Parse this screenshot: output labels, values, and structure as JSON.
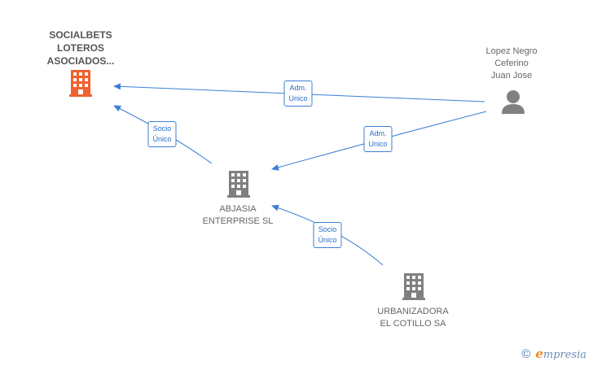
{
  "colors": {
    "edge": "#3a7fd5",
    "company_main": "#f0612f",
    "company": "#808080",
    "person": "#808080"
  },
  "nodes": {
    "socialbets": {
      "label": "SOCIALBETS\nLOTEROS\nASOCIADOS...",
      "icon": "building-icon"
    },
    "abjasia": {
      "label": "ABJASIA\nENTERPRISE SL",
      "icon": "building-icon"
    },
    "urbanizadora": {
      "label": "URBANIZADORA\nEL COTILLO SA",
      "icon": "building-icon"
    },
    "lopez": {
      "label": "Lopez Negro\nCeferino\nJuan Jose",
      "icon": "person-icon"
    }
  },
  "edges": {
    "lopez_socialbets": {
      "label": "Adm.\nUnico"
    },
    "lopez_abjasia": {
      "label": "Adm.\nUnico"
    },
    "abjasia_socialbets": {
      "label": "Socio\nÚnico"
    },
    "urbanizadora_abjasia": {
      "label": "Socio\nÚnico"
    }
  },
  "watermark": {
    "symbol": "©",
    "brand_initial": "e",
    "brand_rest": "mpresia"
  }
}
